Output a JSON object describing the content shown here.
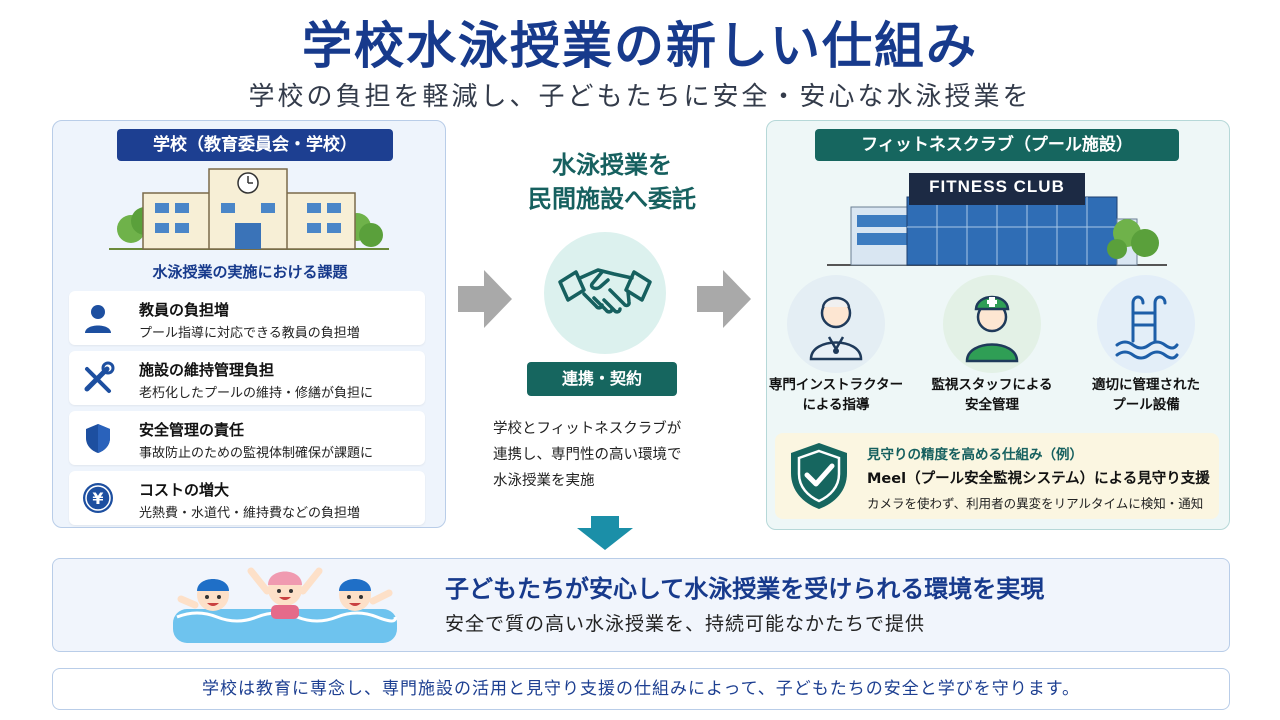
{
  "header": {
    "title": "学校水泳授業の新しい仕組み",
    "subtitle": "学校の負担を軽減し、子どもたちに安全・安心な水泳授業を"
  },
  "school": {
    "label": "学校（教育委員会・学校）",
    "issues_title": "水泳授業の実施における課題",
    "issues": [
      {
        "icon": "person-icon",
        "title": "教員の負担増",
        "desc": "プール指導に対応できる教員の負担増"
      },
      {
        "icon": "tools-icon",
        "title": "施設の維持管理負担",
        "desc": "老朽化したプールの維持・修繕が負担に"
      },
      {
        "icon": "shield-icon",
        "title": "安全管理の責任",
        "desc": "事故防止のための監視体制確保が課題に"
      },
      {
        "icon": "yen-icon",
        "title": "コストの増大",
        "desc": "光熱費・水道代・維持費などの負担増"
      }
    ]
  },
  "middle": {
    "heading_line1": "水泳授業を",
    "heading_line2": "民間施設へ委託",
    "icon": "handshake-icon",
    "badge": "連携・契約",
    "desc_line1": "学校とフィットネスクラブが",
    "desc_line2": "連携し、専門性の高い環境で",
    "desc_line3": "水泳授業を実施"
  },
  "club": {
    "label": "フィットネスクラブ（プール施設）",
    "sign": "FITNESS CLUB",
    "staff": [
      {
        "icon": "instructor-icon",
        "line1": "専門インストラクター",
        "line2": "による指導"
      },
      {
        "icon": "lifeguard-icon",
        "line1": "監視スタッフによる",
        "line2": "安全管理"
      },
      {
        "icon": "pool-ladder-icon",
        "line1": "適切に管理された",
        "line2": "プール設備"
      }
    ],
    "meel": {
      "heading": "見守りの精度を高める仕組み（例）",
      "title": "Meel（プール安全監視システム）による見守り支援",
      "desc": "カメラを使わず、利用者の異変をリアルタイムに検知・通知"
    }
  },
  "result": {
    "title": "子どもたちが安心して水泳授業を受けられる環境を実現",
    "desc": "安全で質の高い水泳授業を、持続可能なかたちで提供"
  },
  "footer": {
    "text": "学校は教育に専念し、専門施設の活用と見守り支援の仕組みによって、子どもたちの安全と学びを守ります。"
  },
  "colors": {
    "navy": "#173a8c",
    "teal": "#16665f",
    "arrow_gray": "#a9a9a9",
    "arrow_teal": "#1b8fa8"
  }
}
